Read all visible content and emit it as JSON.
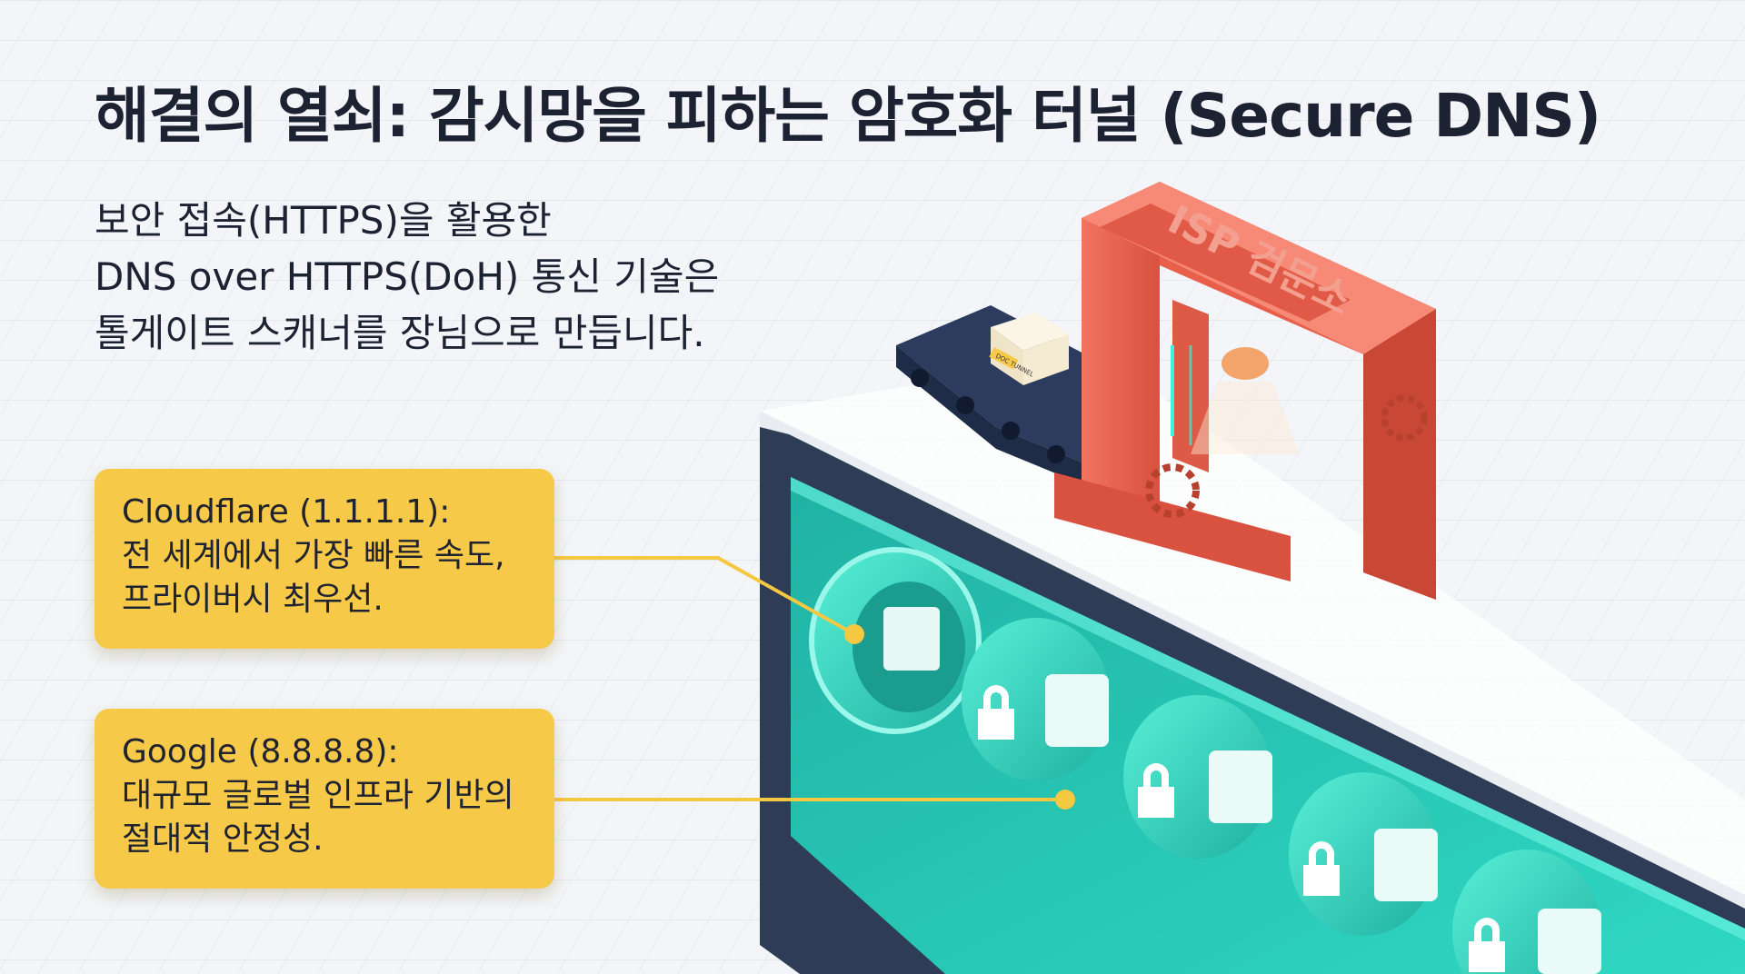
{
  "title": "해결의 열쇠: 감시망을 피하는 암호화 터널 (Secure DNS)",
  "subtitle": {
    "lines": [
      "보안 접속(HTTPS)을 활용한",
      "DNS over HTTPS(DoH) 통신 기술은",
      "톨게이트 스캐너를 장님으로 만듭니다."
    ]
  },
  "callouts": [
    {
      "heading": "Cloudflare (1.1.1.1):",
      "lines": [
        "전 세계에서 가장 빠른 속도,",
        "프라이버시 최우선."
      ]
    },
    {
      "heading": "Google (8.8.8.8):",
      "lines": [
        "대규모 글로벌 인프라 기반의",
        "절대적 안정성."
      ]
    }
  ],
  "illustration": {
    "gate_sign": "ISP 검문소",
    "conveyor_box_label": "DOC TUNNEL",
    "tunnel_capsule_icon": "lock-icon",
    "colors": {
      "background": "#f3f5f8",
      "title_text": "#1d2233",
      "callout_fill": "#f7c948",
      "gate": "#e8604c",
      "tunnel_glow": "#2fe0c8",
      "tunnel_wall": "#2e3d55"
    }
  }
}
